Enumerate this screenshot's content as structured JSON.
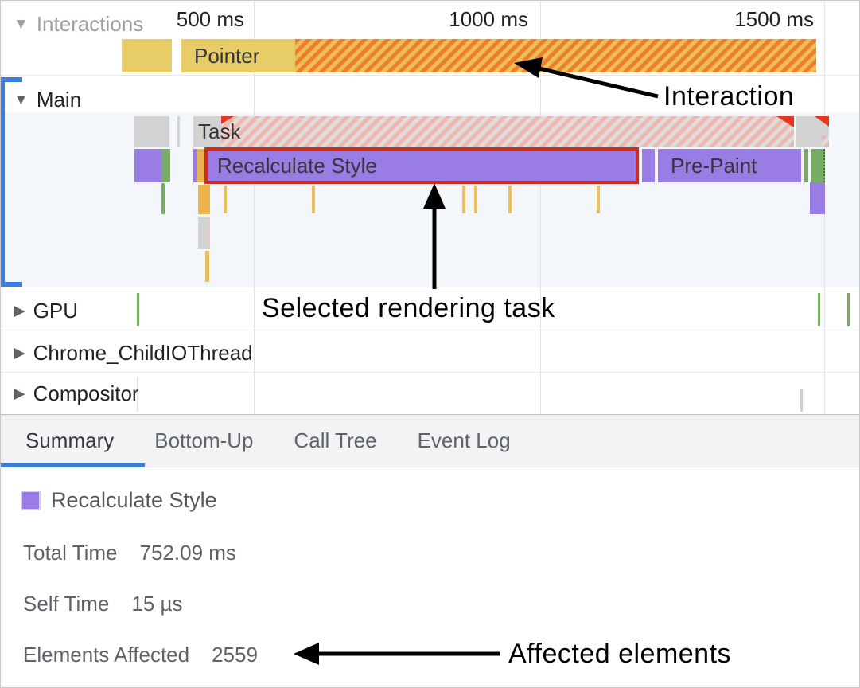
{
  "ruler": {
    "labels": [
      "500 ms",
      "1000 ms",
      "1500 ms"
    ]
  },
  "tracks": {
    "interactions": {
      "label": "Interactions",
      "pointer_label": "Pointer"
    },
    "main": {
      "label": "Main",
      "task_label": "Task",
      "selected_label": "Recalculate Style",
      "prepaint_label": "Pre-Paint"
    },
    "gpu": {
      "label": "GPU"
    },
    "child_io": {
      "label": "Chrome_ChildIOThread"
    },
    "compositor": {
      "label": "Compositor"
    }
  },
  "tabs": [
    {
      "label": "Summary",
      "active": true
    },
    {
      "label": "Bottom-Up",
      "active": false
    },
    {
      "label": "Call Tree",
      "active": false
    },
    {
      "label": "Event Log",
      "active": false
    }
  ],
  "summary": {
    "event_title": "Recalculate Style",
    "stats": [
      {
        "label": "Total Time",
        "value": "752.09 ms"
      },
      {
        "label": "Self Time",
        "value": "15 µs"
      },
      {
        "label": "Elements Affected",
        "value": "2559"
      }
    ]
  },
  "annotations": {
    "interaction": "Interaction",
    "selected_task": "Selected rendering task",
    "affected_elements": "Affected elements"
  },
  "icons": {
    "expanded_triangle": "▼",
    "collapsed_triangle": "▶"
  },
  "colors": {
    "accent-blue": "#3b7ce0",
    "selection-red": "#cf2c21",
    "purple": "#9a7ce5",
    "green": "#77ad62",
    "yellow": "#e8cc68",
    "orange": "#ecb44e",
    "gray-block": "#d2d2d2",
    "tick-yellow": "#e9c05b",
    "hatch-orange-a": "#ef7d2d",
    "hatch-orange-b": "#eabf55",
    "hatch-red-a": "#f0b6b1",
    "hatch-red-b": "#dfddda",
    "alert-red": "#e8351f"
  }
}
